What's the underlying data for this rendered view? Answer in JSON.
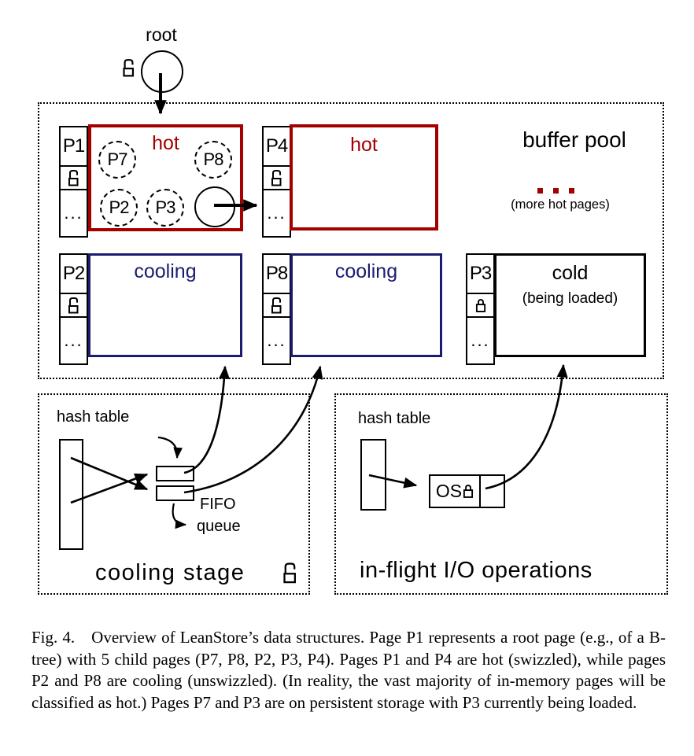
{
  "figure": {
    "root_label": "root",
    "buffer_pool": {
      "title": "buffer pool",
      "ellipsis_note": "(more hot pages)",
      "p1": {
        "id": "P1",
        "state": "hot",
        "dots": "...",
        "children": [
          "P7",
          "P8",
          "P2",
          "P3"
        ]
      },
      "p4": {
        "id": "P4",
        "state": "hot",
        "dots": "..."
      },
      "p2": {
        "id": "P2",
        "state": "cooling",
        "dots": "..."
      },
      "p8": {
        "id": "P8",
        "state": "cooling",
        "dots": "..."
      },
      "p3": {
        "id": "P3",
        "state": "cold",
        "note": "(being loaded)",
        "dots": "..."
      }
    },
    "cooling_stage": {
      "title": "cooling stage",
      "hash_table": "hash table",
      "fifo_line1": "FIFO",
      "fifo_line2": "queue"
    },
    "in_flight": {
      "title": "in-flight I/O operations",
      "hash_table": "hash table",
      "os": "OS"
    },
    "colors": {
      "hot": "#a40000",
      "cooling": "#1b1b70",
      "cold": "#000000"
    }
  },
  "caption": "Fig. 4. Overview of LeanStore’s data structures. Page P1 represents a root page (e.g., of a B-tree) with 5 child pages (P7, P8, P2, P3, P4). Pages P1 and P4 are hot (swizzled), while pages P2 and P8 are cooling (unswizzled). (In reality, the vast majority of in-memory pages will be classified as hot.) Pages P7 and P3 are on persistent storage with P3 currently being loaded."
}
